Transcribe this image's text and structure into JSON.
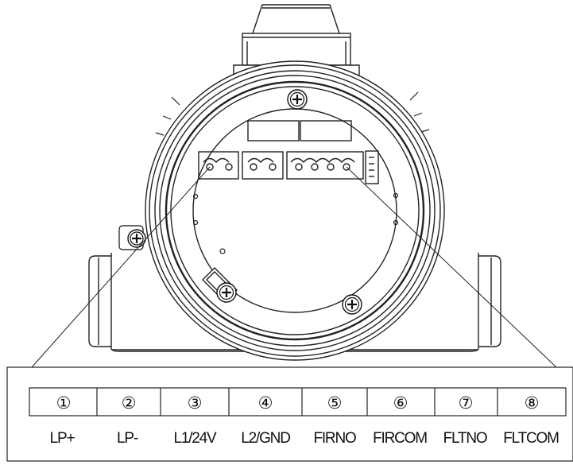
{
  "terminals": [
    {
      "number": "①",
      "label": "LP+"
    },
    {
      "number": "②",
      "label": "LP-"
    },
    {
      "number": "③",
      "label": "L1/24V"
    },
    {
      "number": "④",
      "label": "L2/GND"
    },
    {
      "number": "⑤",
      "label": "FIRNO"
    },
    {
      "number": "⑥",
      "label": "FIRCOM"
    },
    {
      "number": "⑦",
      "label": "FLTNO"
    },
    {
      "number": "⑧",
      "label": "FLTCOM"
    }
  ]
}
